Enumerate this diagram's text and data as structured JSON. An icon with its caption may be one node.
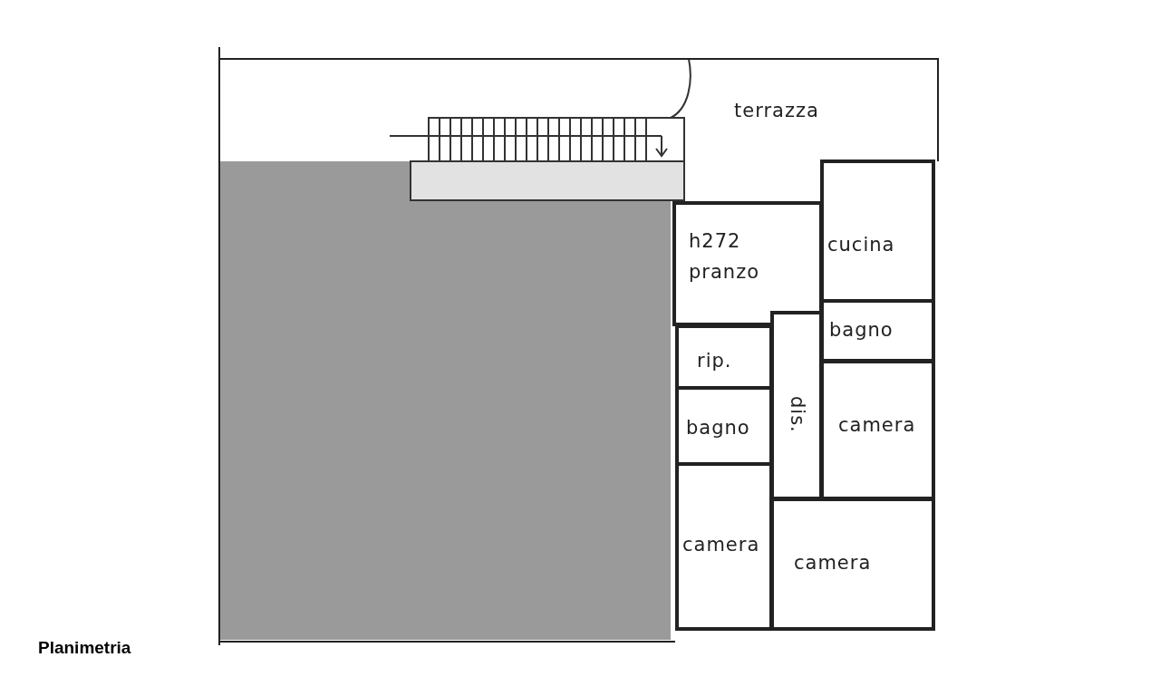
{
  "diagram": {
    "caption": "Planimetria",
    "nodes": [
      {
        "text": [
          "terrazza"
        ]
      },
      {
        "text": [
          "h272",
          "pranzo"
        ]
      },
      {
        "text": [
          "cucina"
        ]
      },
      {
        "text": [
          "bagno"
        ]
      },
      {
        "text": [
          "rip."
        ]
      },
      {
        "text": [
          "bagno"
        ]
      },
      {
        "text": [
          "dis."
        ]
      },
      {
        "text": [
          "camera"
        ]
      },
      {
        "text": [
          "camera"
        ]
      },
      {
        "text": [
          "camera"
        ]
      }
    ],
    "edges": []
  }
}
